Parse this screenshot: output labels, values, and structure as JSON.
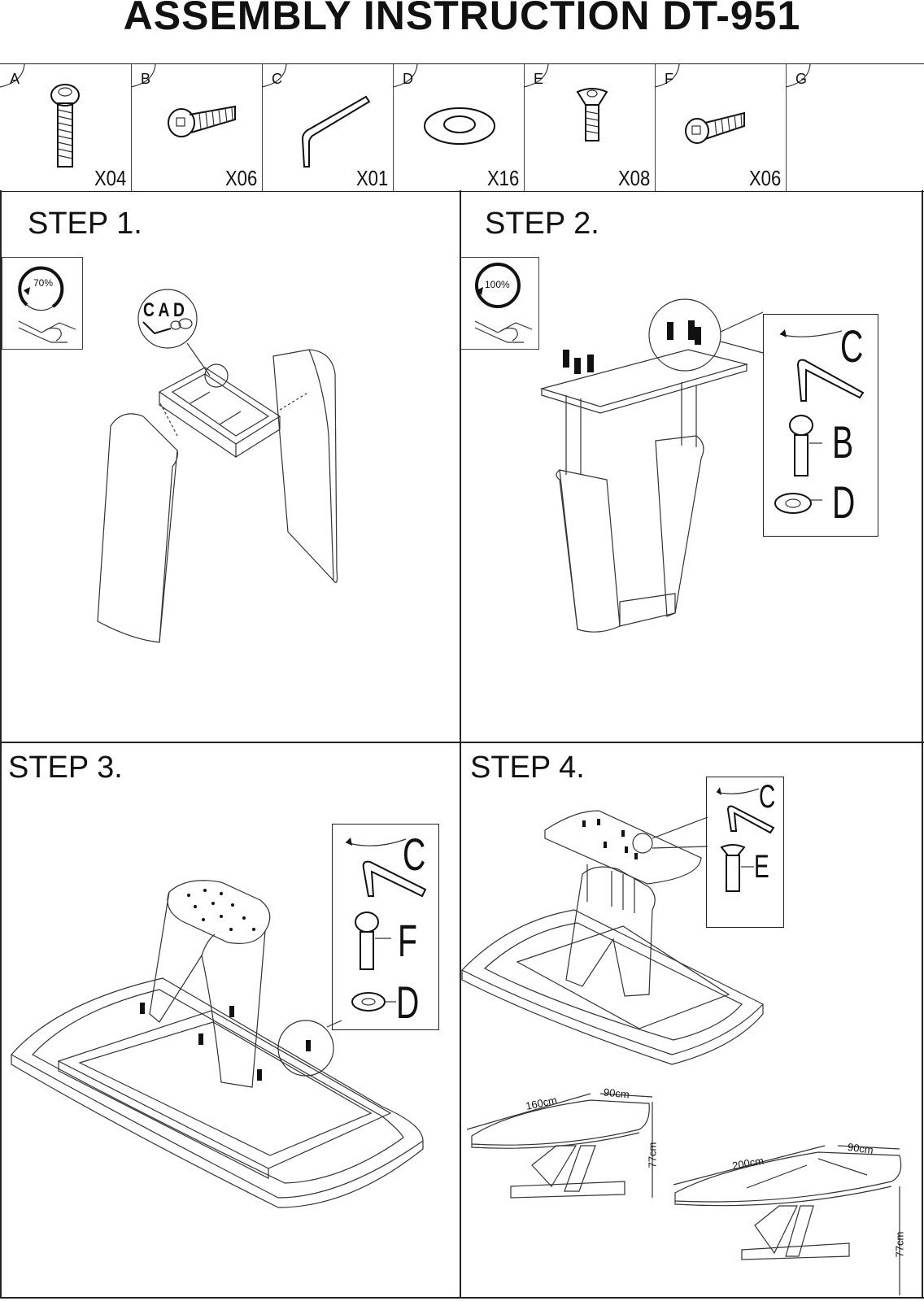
{
  "title": "ASSEMBLY  INSTRUCTION DT-951",
  "parts": [
    {
      "letter": "A",
      "qty": "X04",
      "icon": "long-hex-bolt-icon"
    },
    {
      "letter": "B",
      "qty": "X06",
      "icon": "hex-bolt-icon"
    },
    {
      "letter": "C",
      "qty": "X01",
      "icon": "allen-key-icon"
    },
    {
      "letter": "D",
      "qty": "X16",
      "icon": "washer-icon"
    },
    {
      "letter": "E",
      "qty": "X08",
      "icon": "countersunk-bolt-icon"
    },
    {
      "letter": "F",
      "qty": "X06",
      "icon": "short-hex-bolt-icon"
    },
    {
      "letter": "G",
      "qty": "",
      "icon": ""
    }
  ],
  "steps": {
    "step1": {
      "label": "STEP 1.",
      "torque": "70%",
      "callout": "C A D"
    },
    "step2": {
      "label": "STEP 2.",
      "torque": "100%",
      "parts": [
        "C",
        "B",
        "D"
      ]
    },
    "step3": {
      "label": "STEP 3.",
      "parts": [
        "C",
        "F",
        "D"
      ]
    },
    "step4": {
      "label": "STEP 4.",
      "parts": [
        "C",
        "E"
      ]
    }
  },
  "dimensions": {
    "closed": {
      "length": "160cm",
      "width": "90cm",
      "height": "77cm"
    },
    "extended": {
      "length": "200cm",
      "width": "90cm",
      "height": "77cm"
    }
  }
}
